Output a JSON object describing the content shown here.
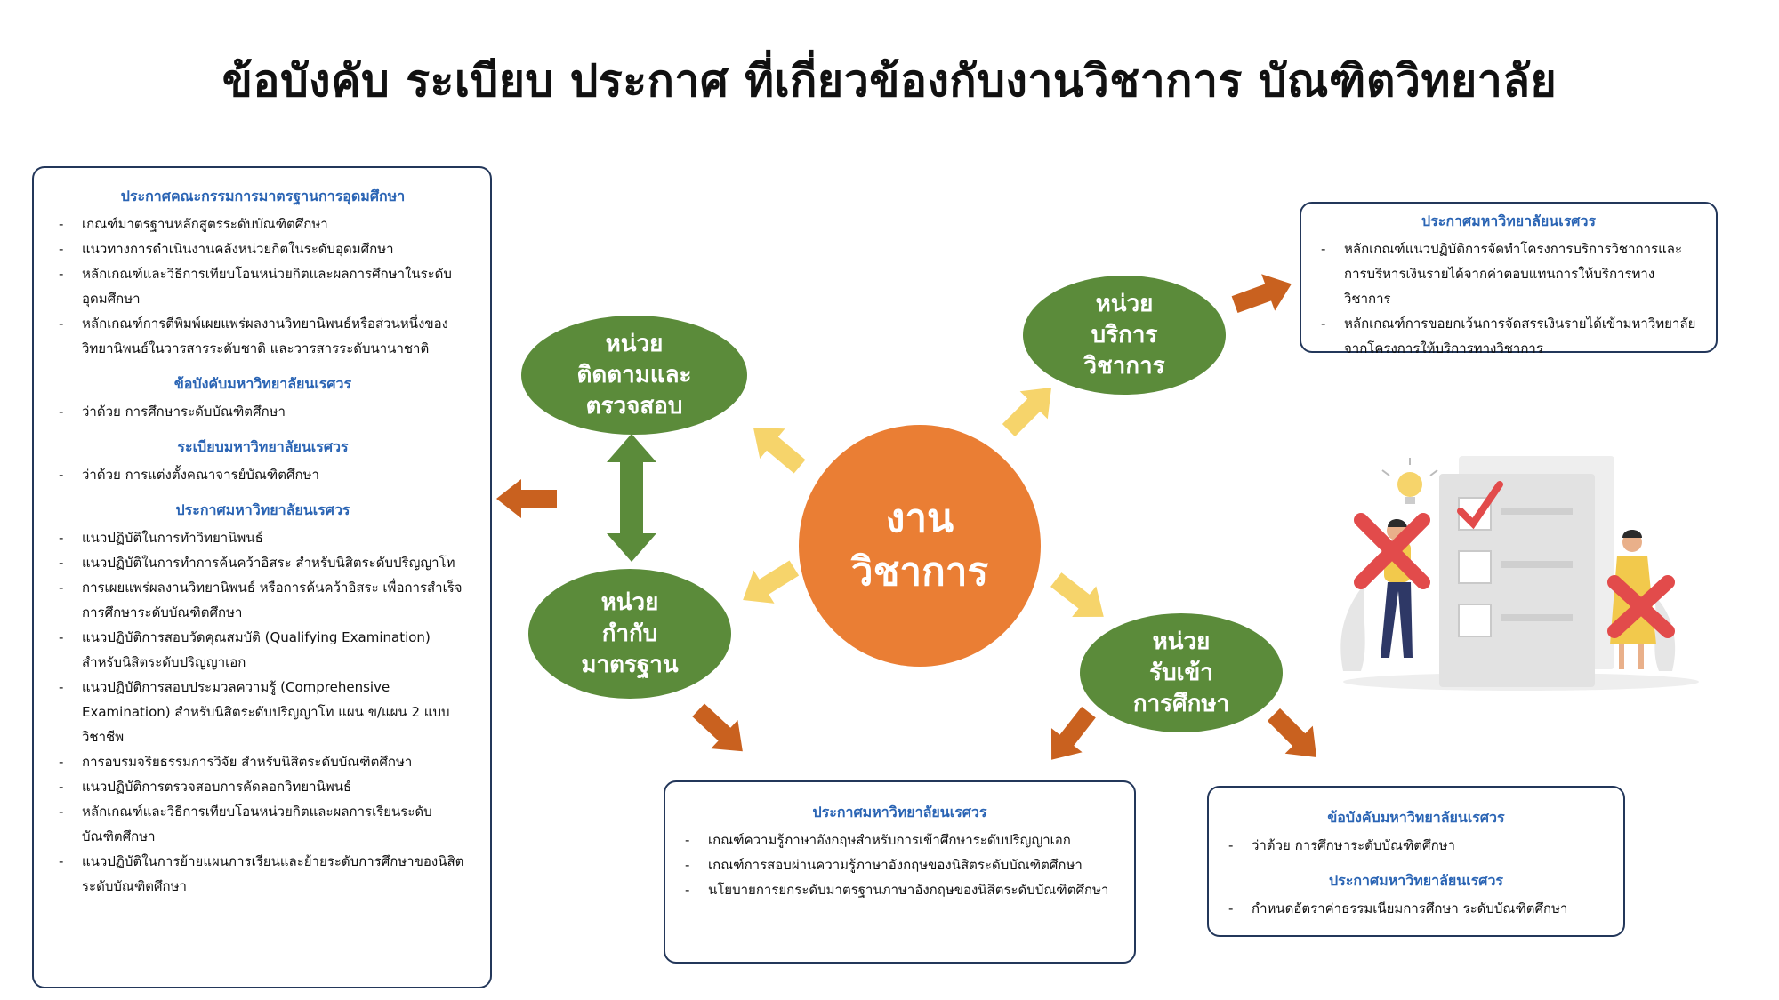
{
  "title": "ข้อบังคับ ระเบียบ ประกาศ ที่เกี่ยวข้องกับงานวิชาการ บัณฑิตวิทยาลัย",
  "colors": {
    "green": "#5b8b3a",
    "orange_center": "#ea7e34",
    "arrow_brown": "#c9611f",
    "arrow_yellow": "#f6d46b",
    "heading_blue": "#2a64b4",
    "border_navy": "#23375a"
  },
  "center": {
    "lines": [
      "งาน",
      "วิชาการ"
    ]
  },
  "nodes": {
    "monitor": {
      "lines": [
        "หน่วย",
        "ติดตามและ",
        "ตรวจสอบ"
      ]
    },
    "standards": {
      "lines": [
        "หน่วย",
        "กำกับ",
        "มาตรฐาน"
      ]
    },
    "service": {
      "lines": [
        "หน่วย",
        "บริการ",
        "วิชาการ"
      ]
    },
    "admission": {
      "lines": [
        "หน่วย",
        "รับเข้า",
        "การศึกษา"
      ]
    }
  },
  "left_box": {
    "sections": [
      {
        "heading": "ประกาศคณะกรรมการมาตรฐานการอุดมศึกษา",
        "items": [
          "เกณฑ์มาตรฐานหลักสูตรระดับบัณฑิตศึกษา",
          "แนวทางการดำเนินงานคลังหน่วยกิตในระดับอุดมศึกษา",
          "หลักเกณฑ์และวิธีการเทียบโอนหน่วยกิตและผลการศึกษาในระดับอุดมศึกษา",
          "หลักเกณฑ์การตีพิมพ์เผยแพร่ผลงานวิทยานิพนธ์หรือส่วนหนึ่งของวิทยานิพนธ์ในวารสารระดับชาติ และวารสารระดับนานาชาติ"
        ]
      },
      {
        "heading": "ข้อบังคับมหาวิทยาลัยนเรศวร",
        "items": [
          "ว่าด้วย การศึกษาระดับบัณฑิตศึกษา"
        ]
      },
      {
        "heading": "ระเบียบมหาวิทยาลัยนเรศวร",
        "items": [
          "ว่าด้วย การแต่งตั้งคณาจารย์บัณฑิตศึกษา"
        ]
      },
      {
        "heading": "ประกาศมหาวิทยาลัยนเรศวร",
        "items": [
          "แนวปฏิบัติในการทำวิทยานิพนธ์",
          "แนวปฏิบัติในการทำการค้นคว้าอิสระ สำหรับนิสิตระดับปริญญาโท",
          "การเผยแพร่ผลงานวิทยานิพนธ์ หรือการค้นคว้าอิสระ เพื่อการสำเร็จการศึกษาระดับบัณฑิตศึกษา",
          "แนวปฏิบัติการสอบวัดคุณสมบัติ (Qualifying Examination) สำหรับนิสิตระดับปริญญาเอก",
          "แนวปฏิบัติการสอบประมวลความรู้ (Comprehensive Examination) สำหรับนิสิตระดับปริญญาโท แผน ข/แผน 2 แบบวิชาชีพ",
          "การอบรมจริยธรรมการวิจัย สำหรับนิสิตระดับบัณฑิตศึกษา",
          "แนวปฏิบัติการตรวจสอบการคัดลอกวิทยานิพนธ์",
          "หลักเกณฑ์และวิธีการเทียบโอนหน่วยกิตและผลการเรียนระดับบัณฑิตศึกษา",
          "แนวปฏิบัติในการย้ายแผนการเรียนและย้ายระดับการศึกษาของนิสิตระดับบัณฑิตศึกษา"
        ]
      }
    ]
  },
  "top_right_box": {
    "sections": [
      {
        "heading": "ประกาศมหาวิทยาลัยนเรศวร",
        "items": [
          "หลักเกณฑ์แนวปฏิบัติการจัดทำโครงการบริการวิชาการและการบริหารเงินรายได้จากค่าตอบแทนการให้บริการทางวิชาการ",
          "หลักเกณฑ์การขอยกเว้นการจัดสรรเงินรายได้เข้ามหาวิทยาลัยจากโครงการให้บริการทางวิชาการ"
        ]
      }
    ]
  },
  "bottom_mid_box": {
    "sections": [
      {
        "heading": "ประกาศมหาวิทยาลัยนเรศวร",
        "items": [
          "เกณฑ์ความรู้ภาษาอังกฤษสำหรับการเข้าศึกษาระดับปริญญาเอก",
          "เกณฑ์การสอบผ่านความรู้ภาษาอังกฤษของนิสิตระดับบัณฑิตศึกษา",
          "นโยบายการยกระดับมาตรฐานภาษาอังกฤษของนิสิตระดับบัณฑิตศึกษา"
        ]
      }
    ]
  },
  "bottom_right_box": {
    "sections": [
      {
        "heading": "ข้อบังคับมหาวิทยาลัยนเรศวร",
        "items": [
          "ว่าด้วย การศึกษาระดับบัณฑิตศึกษา"
        ]
      },
      {
        "heading": "ประกาศมหาวิทยาลัยนเรศวร",
        "items": [
          "กำหนดอัตราค่าธรรมเนียมการศึกษา ระดับบัณฑิตศึกษา"
        ]
      }
    ]
  },
  "illustration": {
    "icon": "checklist-people-illustration"
  }
}
